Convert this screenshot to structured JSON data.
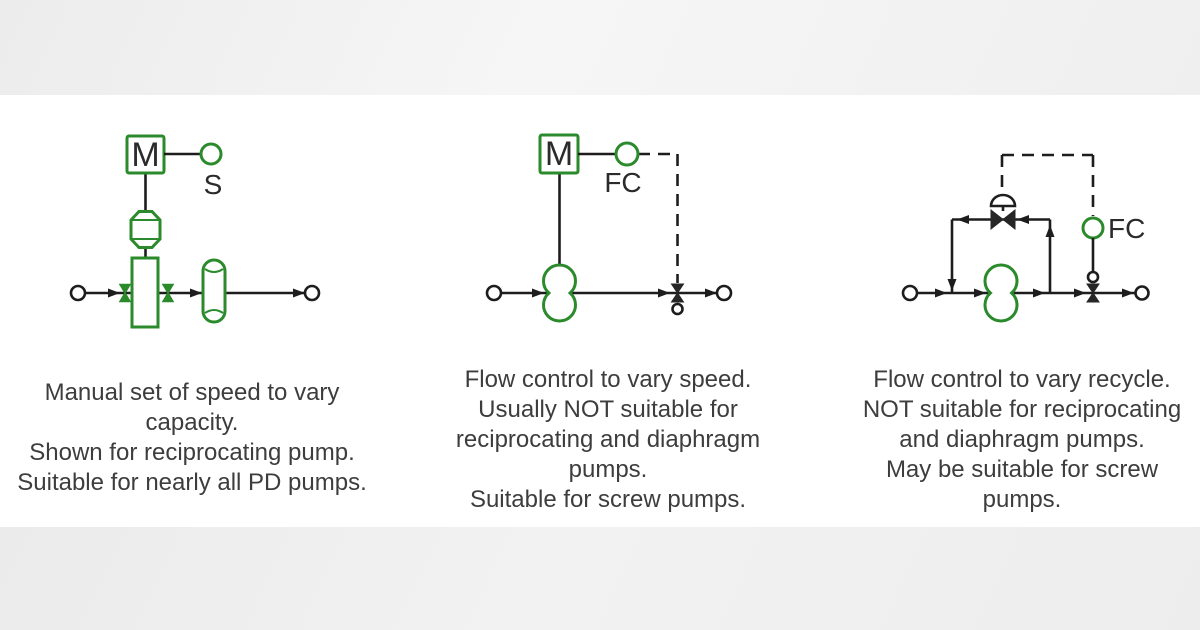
{
  "colors": {
    "symbol_green": "#2b8a2b",
    "line_black": "#1d1d1d",
    "caption_gray": "#3d3d3d",
    "band_gray": "#ededed"
  },
  "panels": [
    {
      "id": "manual-speed-setting",
      "motor_label": "M",
      "instrument_label": "S",
      "caption_lines": [
        "Manual set of speed to vary",
        "capacity.",
        "Shown for reciprocating pump.",
        "Suitable for nearly all PD pumps."
      ]
    },
    {
      "id": "flow-control-vary-speed",
      "motor_label": "M",
      "instrument_label": "FC",
      "caption_lines": [
        "Flow control to vary speed.",
        "Usually NOT suitable for",
        "reciprocating and diaphragm",
        "pumps.",
        "Suitable for screw pumps."
      ]
    },
    {
      "id": "flow-control-vary-recycle",
      "instrument_label": "FC",
      "caption_lines": [
        "Flow control to vary recycle.",
        "NOT suitable for reciprocating",
        "and diaphragm pumps.",
        "May be suitable for screw",
        "pumps."
      ]
    }
  ]
}
